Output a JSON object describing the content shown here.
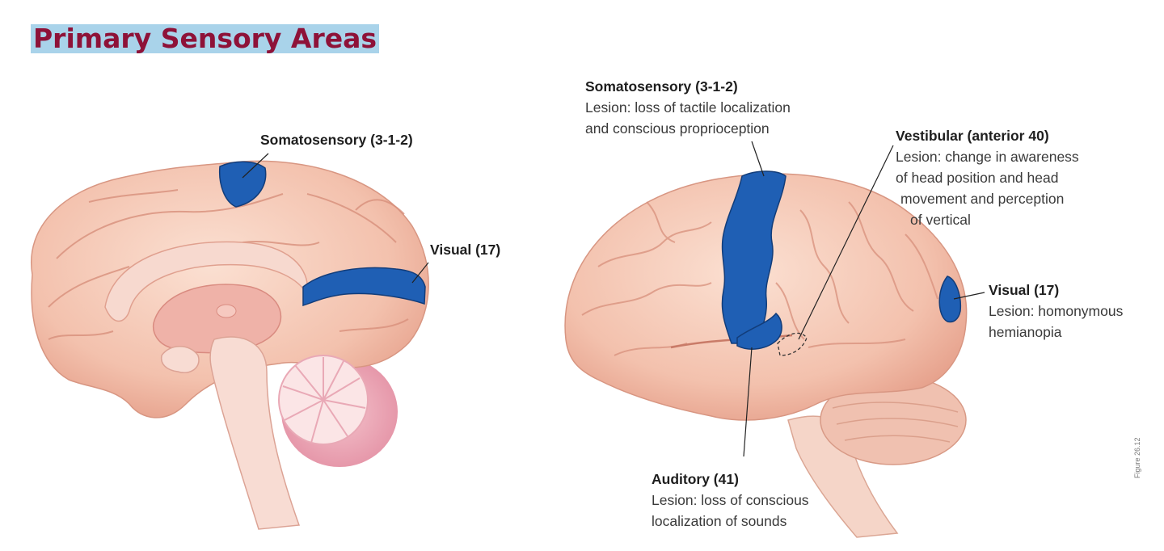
{
  "title": "Primary Sensory Areas",
  "colors": {
    "title_text": "#8e1238",
    "title_highlight": "#a9d3ea",
    "area_fill": "#1f5fb4",
    "brain": "#f3c1ad"
  },
  "medial_view": {
    "somatosensory": {
      "heading": "Somatosensory (3-1-2)"
    },
    "visual": {
      "heading": "Visual (17)"
    }
  },
  "lateral_view": {
    "somatosensory": {
      "heading": "Somatosensory (3-1-2)",
      "lines": [
        "Lesion: loss of tactile localization",
        "and conscious proprioception"
      ]
    },
    "vestibular": {
      "heading": "Vestibular (anterior 40)",
      "lines": [
        "Lesion: change in awareness",
        "of head position and head",
        "movement and perception",
        "of vertical"
      ]
    },
    "visual": {
      "heading": "Visual (17)",
      "lines": [
        "Lesion: homonymous",
        "hemianopia"
      ]
    },
    "auditory": {
      "heading": "Auditory (41)",
      "lines": [
        "Lesion: loss of conscious",
        "localization of sounds"
      ]
    }
  },
  "figure_number": "Figure 26.12"
}
